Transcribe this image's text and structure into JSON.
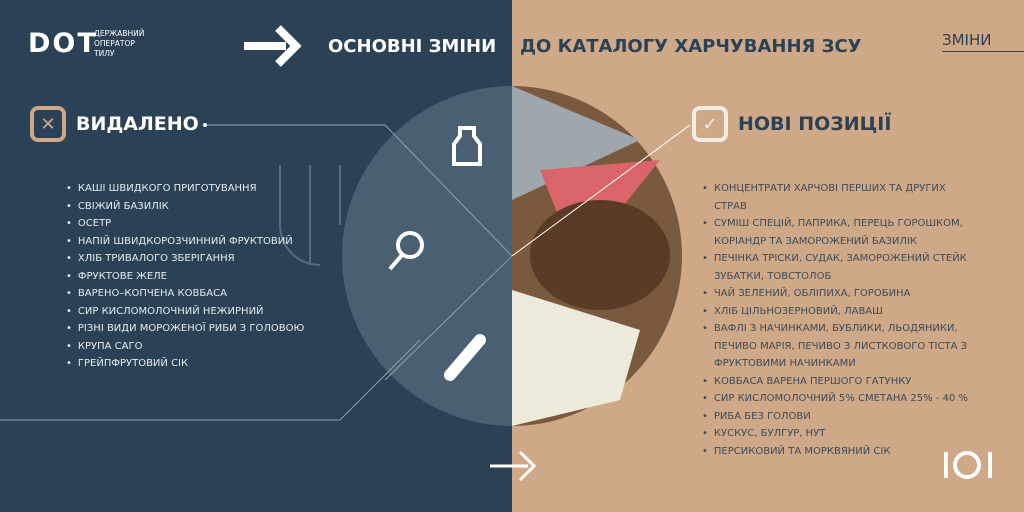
{
  "logo": {
    "text": "DOT",
    "subtitle_lines": [
      "ДЕРЖАВНИЙ",
      "ОПЕРАТОР",
      "ТИЛУ"
    ]
  },
  "header": {
    "title_left": "ОСНОВНІ ЗМІНИ",
    "title_right": "ДО КАТАЛОГУ  ХАРЧУВАННЯ ЗСУ",
    "tag": "ЗМІНИ"
  },
  "removed": {
    "title": "ВИДАЛЕНО",
    "items": [
      "КАШІ ШВИДКОГО ПРИГОТУВАННЯ",
      "СВІЖИЙ БАЗИЛІК",
      "ОСЕТР",
      "НАПІЙ ШВИДКОРОЗЧИННИЙ  ФРУКТОВИЙ",
      "ХЛІБ ТРИВАЛОГО ЗБЕРІГАННЯ",
      "ФРУКТОВЕ ЖЕЛЕ",
      "ВАРЕНО–КОПЧЕНА КОВБАСА",
      "СИР КИСЛОМОЛОЧНИЙ НЕЖИРНИЙ",
      "РІЗНІ ВИДИ МОРОЖЕНОЇ РИБИ З ГОЛОВОЮ",
      "КРУПА САГО",
      "ГРЕЙПФРУТОВИЙ СІК"
    ]
  },
  "added": {
    "title": "НОВІ ПОЗИЦІЇ",
    "items": [
      "КОНЦЕНТРАТИ ХАРЧОВІ ПЕРШИХ ТА ДРУГИХ СТРАВ",
      "СУМІШ СПЕЦІЙ, ПАПРИКА, ПЕРЕЦЬ ГОРОШКОМ, КОРІАНДР ТА ЗАМОРОЖЕНИЙ БАЗИЛІК",
      "ПЕЧІНКА ТРІСКИ, СУДАК, ЗАМОРОЖЕНИЙ СТЕЙК ЗУБАТКИ, ТОВСТОЛОБ",
      "ЧАЙ ЗЕЛЕНИЙ, ОБЛІПИХА, ГОРОБИНА",
      "ХЛІБ ЦІЛЬНОЗЕРНОВИЙ, ЛАВАШ",
      "ВАФЛІ З НАЧИНКАМИ, БУБЛИКИ, ЛЬОДЯНИКИ, ПЕЧИВО МАРІЯ, ПЕЧИВО З ЛИСТКОВОГО ТІСТА З ФРУКТОВИМИ НАЧИНКАМИ",
      "КОВБАСА ВАРЕНА ПЕРШОГО ГАТУНКУ",
      "СИР КИСЛОМОЛОЧНИЙ 5% СМЕТАНА 25% - 40 %",
      "РИБА БЕЗ ГОЛОВИ",
      "КУСКУС, БУЛГУР, НУТ",
      "ПЕРСИКОВИЙ ТА МОРКВЯНИЙ СІК"
    ]
  },
  "colors": {
    "navy": "#2b4256",
    "tan": "#cfa987",
    "circle": "#4a5f72"
  }
}
